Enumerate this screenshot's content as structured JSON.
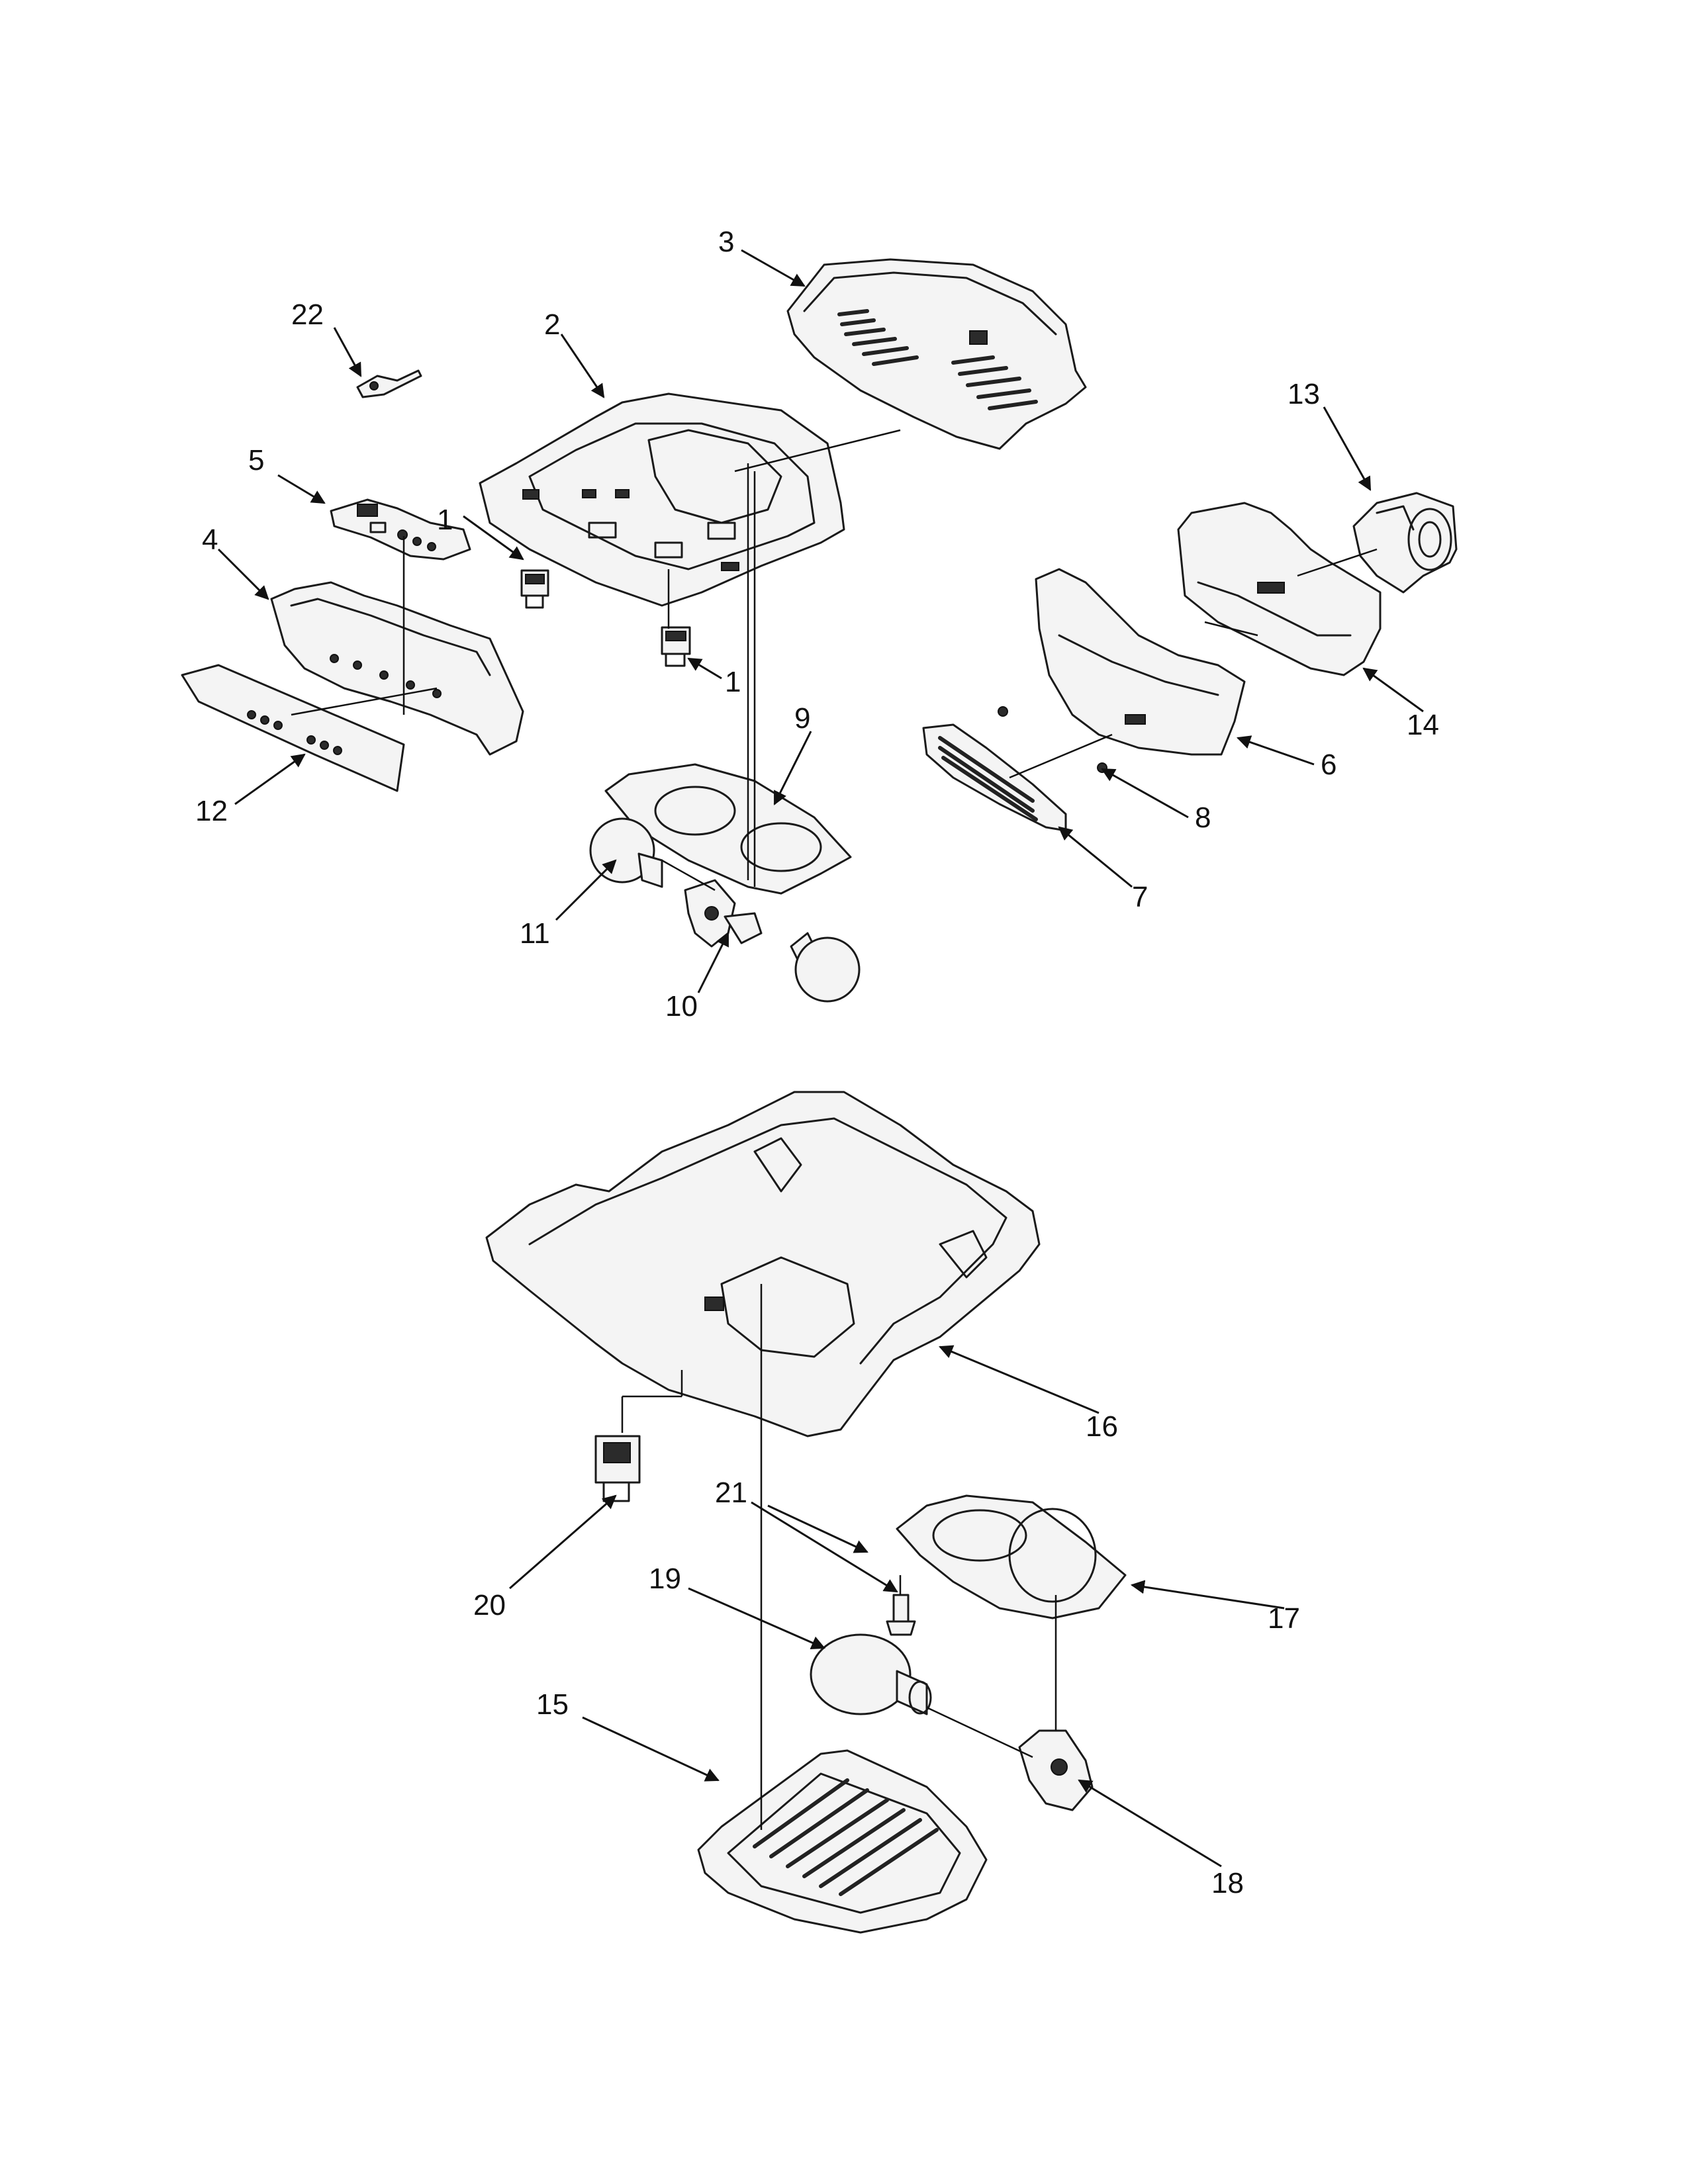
{
  "callouts": [
    {
      "id": "c1a",
      "label": "1"
    },
    {
      "id": "c1b",
      "label": "1"
    },
    {
      "id": "c2",
      "label": "2"
    },
    {
      "id": "c3",
      "label": "3"
    },
    {
      "id": "c4",
      "label": "4"
    },
    {
      "id": "c5",
      "label": "5"
    },
    {
      "id": "c6",
      "label": "6"
    },
    {
      "id": "c7",
      "label": "7"
    },
    {
      "id": "c8",
      "label": "8"
    },
    {
      "id": "c9",
      "label": "9"
    },
    {
      "id": "c10",
      "label": "10"
    },
    {
      "id": "c11",
      "label": "11"
    },
    {
      "id": "c12",
      "label": "12"
    },
    {
      "id": "c13",
      "label": "13"
    },
    {
      "id": "c14",
      "label": "14"
    },
    {
      "id": "c15",
      "label": "15"
    },
    {
      "id": "c16",
      "label": "16"
    },
    {
      "id": "c17",
      "label": "17"
    },
    {
      "id": "c18",
      "label": "18"
    },
    {
      "id": "c19",
      "label": "19"
    },
    {
      "id": "c20",
      "label": "20"
    },
    {
      "id": "c21",
      "label": "21"
    },
    {
      "id": "c22",
      "label": "22"
    }
  ]
}
